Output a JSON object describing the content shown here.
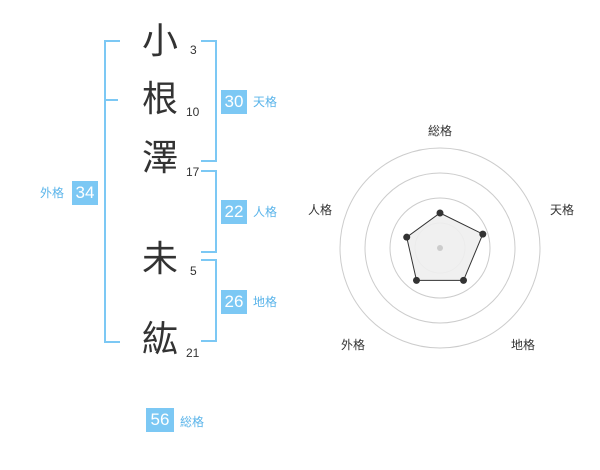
{
  "name": {
    "characters": [
      {
        "char": "小",
        "strokes": "3"
      },
      {
        "char": "根",
        "strokes": "10"
      },
      {
        "char": "澤",
        "strokes": "17"
      },
      {
        "char": "未",
        "strokes": "5"
      },
      {
        "char": "紘",
        "strokes": "21"
      }
    ]
  },
  "fortunes": {
    "tenkaku": {
      "value": "30",
      "label": "天格"
    },
    "jinkaku": {
      "value": "22",
      "label": "人格"
    },
    "chikaku": {
      "value": "26",
      "label": "地格"
    },
    "gaikaku": {
      "value": "34",
      "label": "外格"
    },
    "soukaku": {
      "value": "56",
      "label": "総格"
    }
  },
  "radar": {
    "axes": [
      "総格",
      "天格",
      "地格",
      "外格",
      "人格"
    ],
    "values": [
      0.35,
      0.45,
      0.4,
      0.4,
      0.35
    ],
    "rings": 4,
    "colors": {
      "ring": "#cccccc",
      "polygon_fill": "#eeeeee",
      "polygon_stroke": "#333333",
      "point": "#333333",
      "center": "#cccccc"
    }
  },
  "colors": {
    "accent": "#7cc8f4",
    "label": "#5ab4ea",
    "text": "#333333"
  }
}
